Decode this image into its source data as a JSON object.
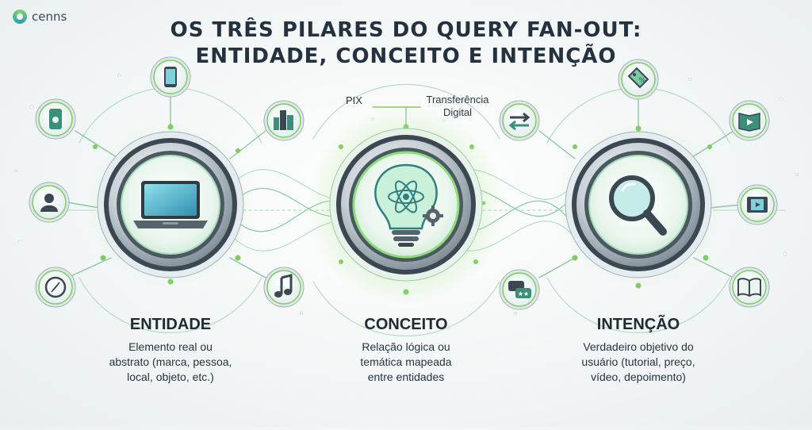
{
  "logo": {
    "text": "cenns"
  },
  "title": {
    "line1": "OS TRÊS PILARES DO QUERY FAN-OUT:",
    "line2": "ENTIDADE, CONCEITO E INTENÇÃO"
  },
  "relation_labels": {
    "pix": "PIX",
    "transfer_line1": "Transferência",
    "transfer_line2": "Digital"
  },
  "pillars": [
    {
      "title": "ENTIDADE",
      "description_lines": [
        "Elemento real ou",
        "abstrato (marca, pessoa,",
        "local, objeto, etc.)"
      ],
      "center_icon": "laptop-icon",
      "satellite_icons": [
        "smartphone-icon",
        "apple-phone-icon",
        "person-icon",
        "compass-icon",
        "city-icon",
        "music-note-icon"
      ]
    },
    {
      "title": "CONCEITO",
      "description_lines": [
        "Relação lógica ou",
        "temática mapeada",
        "entre entidades"
      ],
      "center_icon": "lightbulb-atom-icon",
      "satellite_icons": [
        "exchange-arrows-icon",
        "chat-rating-icon"
      ]
    },
    {
      "title": "INTENÇÃO",
      "description_lines": [
        "Verdadeiro objetivo do",
        "usuário (tutorial, preço,",
        "vídeo, depoimento)"
      ],
      "center_icon": "magnifier-icon",
      "satellite_icons": [
        "price-tag-icon",
        "video-book-icon",
        "film-icon",
        "open-book-icon"
      ]
    }
  ],
  "colors": {
    "accent_green": "#7ccf5e",
    "accent_teal": "#3a9fb0",
    "ring_dark": "#3b4852",
    "text_dark": "#1f2a33"
  }
}
